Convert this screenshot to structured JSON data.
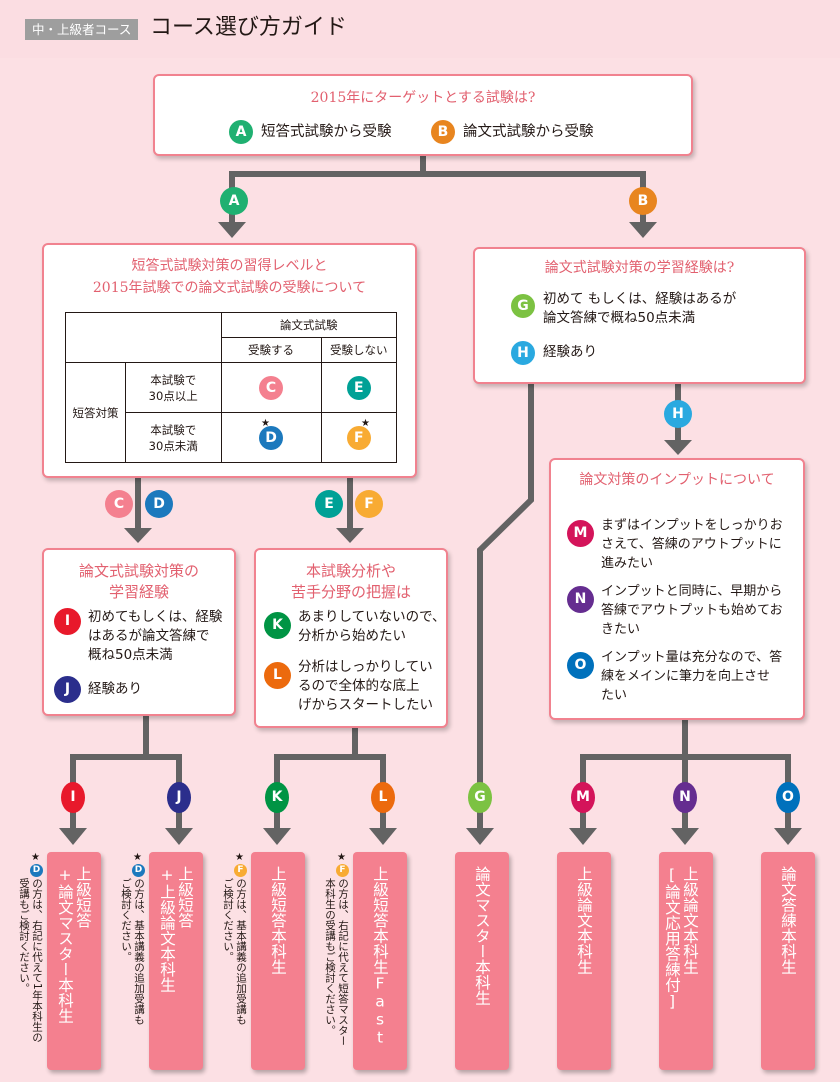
{
  "header": {
    "course_tag": "中・上級者コース",
    "title": "コース選び方ガイド"
  },
  "colors": {
    "A": "#1fb071",
    "B": "#e8851f",
    "C": "#f4808f",
    "D": "#1c79bd",
    "E": "#00a196",
    "F": "#f8ab33",
    "G": "#7cc242",
    "H": "#2aa9e0",
    "I": "#e8192b",
    "J": "#2b2e8c",
    "K": "#009444",
    "L": "#ec6a0d",
    "M": "#d4145a",
    "N": "#652d90",
    "O": "#0071bc",
    "box_border": "#f1828f",
    "title_text": "#e2606f",
    "connector": "#636363",
    "course_box": "#f4808f",
    "background": "#fce0e4"
  },
  "q1": {
    "title": "2015年にターゲットとする試験は?",
    "options": [
      {
        "badge": "A",
        "label": "短答式試験から受験"
      },
      {
        "badge": "B",
        "label": "論文式試験から受験"
      }
    ]
  },
  "q2": {
    "title_line1": "短答式試験対策の習得レベルと",
    "title_line2": "2015年試験での論文式試験の受験について",
    "table": {
      "col_group": "論文式試験",
      "col_take": "受験する",
      "col_no_take": "受験しない",
      "row_group": "短答対策",
      "row1_label": "本試験で\n30点以上",
      "row2_label": "本試験で\n30点未満",
      "cells": [
        [
          "C",
          "E"
        ],
        [
          "D",
          "F"
        ]
      ],
      "star_mark": "★"
    }
  },
  "q3": {
    "title": "論文式試験対策の学習経験は?",
    "options": [
      {
        "badge": "G",
        "label": "初めて もしくは、経験はあるが\n論文答練で概ね50点未満"
      },
      {
        "badge": "H",
        "label": "経験あり"
      }
    ]
  },
  "q4": {
    "title_line1": "論文式試験対策の",
    "title_line2": "学習経験",
    "options": [
      {
        "badge": "I",
        "label": "初めてもしくは、経験\nはあるが論文答練で\n概ね50点未満"
      },
      {
        "badge": "J",
        "label": "経験あり"
      }
    ]
  },
  "q5": {
    "title_line1": "本試験分析や",
    "title_line2": "苦手分野の把握は",
    "options": [
      {
        "badge": "K",
        "label": "あまりしていないので、\n分析から始めたい"
      },
      {
        "badge": "L",
        "label": "分析はしっかりしてい\nるので全体的な底上\nげからスタートしたい"
      }
    ]
  },
  "q6": {
    "title": "論文対策のインプットについて",
    "options": [
      {
        "badge": "M",
        "label": "まずはインプットをしっかりお\nさえて、答練のアウトプットに\n進みたい"
      },
      {
        "badge": "N",
        "label": "インプットと同時に、早期から\n答練でアウトプットも始めてお\nきたい"
      },
      {
        "badge": "O",
        "label": "インプット量は充分なので、答\n練をメインに筆力を向上させ\nたい"
      }
    ]
  },
  "courses": [
    {
      "badge": "I",
      "name": "上級短答\n+論文マスター本科生",
      "note_badge": "D",
      "note": "の方は、右記に代えて1年本科生の\n受講もご検討ください。"
    },
    {
      "badge": "J",
      "name": "上級短答\n+上級論文本科生",
      "note_badge": "D",
      "note": "の方は、基本講義の追加受講も\nご検討ください。"
    },
    {
      "badge": "K",
      "name": "上級短答本科生",
      "note_badge": "F",
      "note": "の方は、基本講義の追加受講も\nご検討ください。"
    },
    {
      "badge": "L",
      "name": "上級短答本科生Fast",
      "note_badge": "F",
      "note": "の方は、右記に代えて短答マスター\n本科生の受講もご検討ください。"
    },
    {
      "badge": "G",
      "name": "論文マスター本科生"
    },
    {
      "badge": "M",
      "name": "上級論文本科生"
    },
    {
      "badge": "N",
      "name": "上級論文本科生\n[論文応用答練付]"
    },
    {
      "badge": "O",
      "name": "論文答練本科生"
    }
  ],
  "star_mark": "★"
}
